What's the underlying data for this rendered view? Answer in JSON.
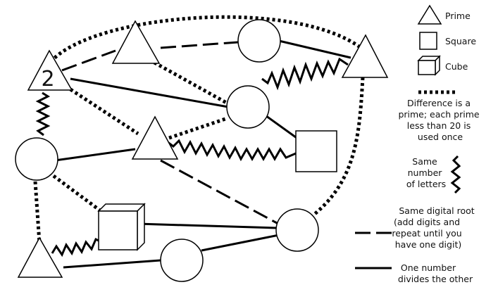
{
  "puzzle": {
    "nodes": [
      {
        "id": "tri-2",
        "shape": "triangle",
        "value": "2"
      },
      {
        "id": "tri-top",
        "shape": "triangle",
        "value": ""
      },
      {
        "id": "circle-top",
        "shape": "circle",
        "value": ""
      },
      {
        "id": "tri-right",
        "shape": "triangle",
        "value": ""
      },
      {
        "id": "circle-mid",
        "shape": "circle",
        "value": ""
      },
      {
        "id": "square-right",
        "shape": "square",
        "value": ""
      },
      {
        "id": "circle-left",
        "shape": "circle",
        "value": ""
      },
      {
        "id": "tri-center",
        "shape": "triangle",
        "value": ""
      },
      {
        "id": "cube",
        "shape": "cube",
        "value": ""
      },
      {
        "id": "circle-bottom-right",
        "shape": "circle",
        "value": ""
      },
      {
        "id": "tri-bottom",
        "shape": "triangle",
        "value": ""
      },
      {
        "id": "circle-bottom",
        "shape": "circle",
        "value": ""
      }
    ],
    "connection_types": [
      "prime-difference",
      "same-letters",
      "digital-root",
      "divides"
    ]
  },
  "legend": {
    "prime": "Prime",
    "square": "Square",
    "cube": "Cube",
    "prime_difference": [
      "Difference is a",
      "prime; each prime",
      "less than 20 is",
      "used once"
    ],
    "same_letters": [
      "Same",
      "number",
      "of letters"
    ],
    "digital_root": [
      "Same digital root",
      "(add digits and",
      "repeat until you",
      "have one digit)"
    ],
    "divides": [
      "One number",
      "divides the other"
    ]
  }
}
